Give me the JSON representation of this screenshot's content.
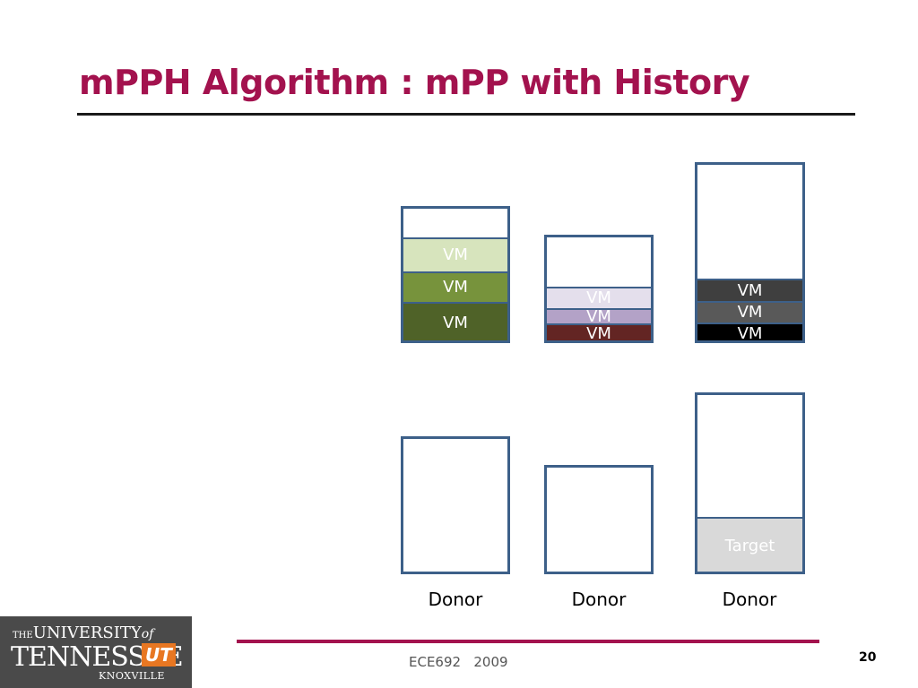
{
  "slide": {
    "title": "mPPH Algorithm : mPP with History",
    "footer": "ECE692   2009",
    "page_number": "20"
  },
  "logo": {
    "the": "THE",
    "university": "UNIVERSITY",
    "of": "of",
    "tennessee": "TENNESSEE",
    "ut": "UT",
    "knoxville": "KNOXVILLE"
  },
  "diagram": {
    "vm_label": "VM",
    "target_label": "Target",
    "donor_labels": [
      "Donor",
      "Donor",
      "Donor"
    ],
    "colors": {
      "border": "#3d6089",
      "vm_green_light": "#d7e4bd",
      "vm_green_mid": "#77933c",
      "vm_green_dark": "#4f6228",
      "vm_lavender_light": "#e4dfec",
      "vm_lavender": "#b3a2c7",
      "vm_maroon": "#632523",
      "vm_gray_dark": "#3f3f3f",
      "vm_gray": "#595959",
      "vm_black": "#000000",
      "target_fill": "#d9d9d9"
    }
  }
}
